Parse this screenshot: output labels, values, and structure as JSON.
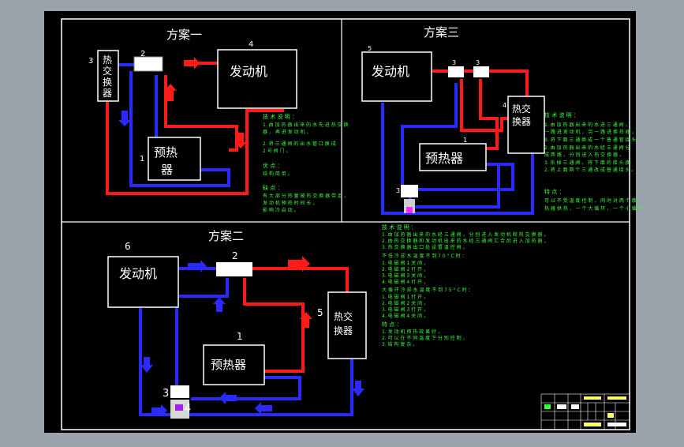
{
  "colors": {
    "background": "#9aa3ab",
    "paper": "#000000",
    "frame": "#ffffff",
    "hot_pipe": "#ff1a1a",
    "cold_pipe": "#2a2aff",
    "note_text": "#39ff39"
  },
  "scheme1": {
    "title": "方案一",
    "engine": "发动机",
    "preheater_l1": "预热",
    "preheater_l2": "器",
    "hx_chars": [
      "热",
      "交",
      "换",
      "器"
    ],
    "num_hx": "3",
    "num_valve": "2",
    "num_engine": "4",
    "num_pre": "1",
    "notes": [
      "技 术 说 明 ：",
      "1. 由 加 热 器 出 来 的 水 先 进 热 交 换",
      "器 ， 再 进 发 动 机 ，",
      "2. 将 三 通 阀 的 出 水 管 口 换 成",
      "2 号 阀 门 。",
      "优 点 ：",
      "结 构 简 单 。",
      "缺 点 ：",
      "有 大 部 分 热 量 被 热 交 换 器 带 走 ，",
      "发 动 机 预 热 时 间 长 ，",
      "影 响 冷 启 动 。"
    ]
  },
  "scheme3": {
    "title": "方案三",
    "engine": "发动机",
    "preheater": "预热器",
    "hx_l1": "热交",
    "hx_l2": "换器",
    "num_engine": "5",
    "num_valve_a": "3",
    "num_valve_b": "3",
    "num_hx": "4",
    "num_pre": "1",
    "num_valve_c": "3",
    "notes": [
      "技 术 说 明 ：",
      "1. 由 加 热 器 出 来 的 水 进 三 通 阀 ，",
      "一 路 进 发 动 机 ， 另 一 路 进 换 热 器 ，",
      "3. 将 下 面 三 通 换 成 一 个 普 通 管 接 头 。",
      "2. 由 加 热 器 出 来 的 水 经 三 通 阀 分",
      "成 两 路 ， 分 别 进 入 热 交 换 器 ，",
      "3. 拆 掉 三 通 阀 ， 将 下 面 的 接 头 换",
      "2. 将 上 面 两 个 三 通 改 成 普 通 接 头 。"
    ],
    "notes2": [
      "特 点 ：",
      "可 以 不 受 温 度 控 制 ， 同 时 对 两 个 散",
      "热 器 供 热 ， 一 个 大 循 环 ， 一 个 小 循 环 。"
    ]
  },
  "scheme2": {
    "title": "方案二",
    "engine": "发动机",
    "preheater": "预热器",
    "hx_l1": "热交",
    "hx_l2": "换器",
    "num_engine": "6",
    "num_valve": "2",
    "num_hx": "5",
    "num_pre": "1",
    "num_v3": "3",
    "num_v4": "4"
  },
  "notes_mid": [
    "技 术 说 明 ：",
    "1. 由 加 热 器 出 来 的 水 经 三 通 阀 ， 分 别 进 入 发 动 机 和 热 交 换 器 。",
    "2. 由 热 交 换 器 和 发 动 机 出 来 的 水 经 三 通 阀 汇 合 后 进 入 加 热 器 ，",
    "3. 热 交 换 器 出 口 处 设 置 温 控 阀 。",
    "不 低 冷 却 水 温 度 不 到 7 0 ° C 时 ：",
    "1. 电 磁 阀 1 关 闭 ，",
    "2. 电 磁 阀 2 打 开 ，",
    "3. 电 磁 阀 3 关 闭 ，",
    "4. 电 磁 阀 4 打 开 ，",
    "大 循 环 冷 却 水 温 度 不 到 7 5 ° C 时 ：",
    "1. 电 磁 阀 1 打 开 ，",
    "2. 电 磁 阀 2 关 闭 ，",
    "3. 电 磁 阀 3 打 开 ，",
    "4. 电 磁 阀 4 关 闭 ，",
    "特 点 ： ",
    "1. 发 动 机 预 热 效 果 好 ，",
    "2. 可 以 在 不 同 温 度 下 分 别 控 制 ，",
    "3. 结 构 复 杂 。"
  ]
}
